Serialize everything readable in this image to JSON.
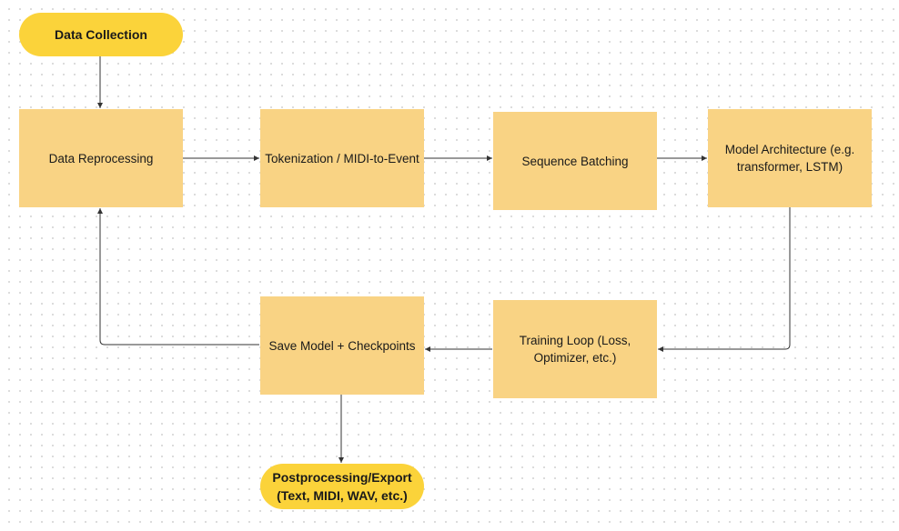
{
  "diagram": {
    "colors": {
      "box": "#f9d384",
      "pill": "#fbd33a",
      "edge": "#333333"
    },
    "nodes": {
      "data_collection": "Data Collection",
      "data_reprocessing": "Data Reprocessing",
      "tokenization": "Tokenization / MIDI-to-Event",
      "sequence_batching": "Sequence Batching",
      "model_architecture": "Model Architecture (e.g.\ntransformer, LSTM)",
      "training_loop": "Training Loop (Loss,\nOptimizer, etc.)",
      "save_model": "Save Model + Checkpoints",
      "postprocessing": "Postprocessing/Export\n(Text, MIDI, WAV, etc.)"
    },
    "edges": [
      {
        "from": "data_collection",
        "to": "data_reprocessing"
      },
      {
        "from": "data_reprocessing",
        "to": "tokenization"
      },
      {
        "from": "tokenization",
        "to": "sequence_batching"
      },
      {
        "from": "sequence_batching",
        "to": "model_architecture"
      },
      {
        "from": "model_architecture",
        "to": "training_loop"
      },
      {
        "from": "training_loop",
        "to": "save_model"
      },
      {
        "from": "save_model",
        "to": "data_reprocessing"
      },
      {
        "from": "save_model",
        "to": "postprocessing"
      }
    ]
  }
}
